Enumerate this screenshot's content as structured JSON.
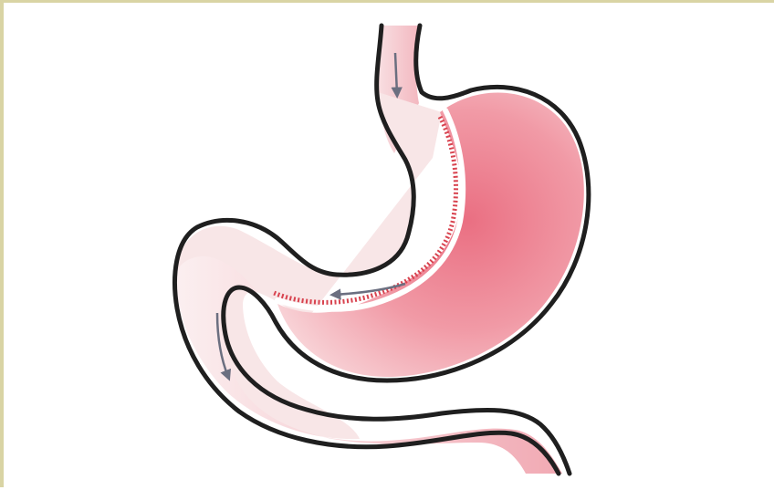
{
  "diagram": {
    "subject": "stomach-with-sleeve-resection",
    "colors": {
      "frame_border": "#d9d4a4",
      "outline": "#1f1f1f",
      "stomach_fill_core": "#ea6f82",
      "stomach_fill_edge": "#f6c4c9",
      "removed_part_fill": "#f8e6e7",
      "staple_line": "#d8434f",
      "flow_arrow": "#6b6f80"
    },
    "arrows": [
      {
        "name": "esophagus-flow-arrow",
        "direction": "down"
      },
      {
        "name": "sleeve-flow-arrow",
        "direction": "left"
      },
      {
        "name": "duodenum-flow-arrow",
        "direction": "down"
      }
    ]
  }
}
